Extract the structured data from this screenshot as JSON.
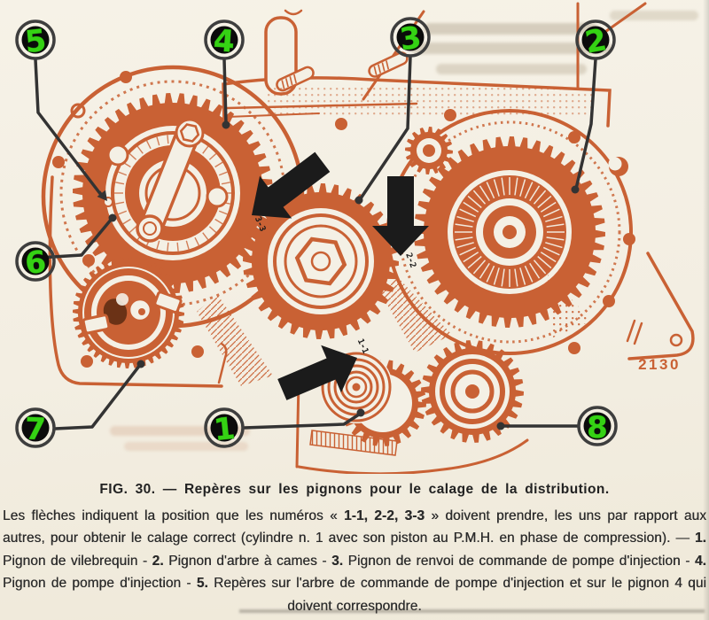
{
  "figure": {
    "heading": "FIG. 30. — Repères sur les pignons pour le calage de la distribution.",
    "description_segments": [
      {
        "text": "Les flèches indiquent la position que les numéros « ",
        "bold": false
      },
      {
        "text": "1-1, 2-2, 3-3",
        "bold": true
      },
      {
        "text": " » doivent prendre, les uns par rapport aux autres, pour obtenir le calage correct (cylindre n. 1 avec son piston au P.M.H. en phase de compression). — ",
        "bold": false
      },
      {
        "text": "1.",
        "bold": true
      },
      {
        "text": " Pignon de vilebrequin - ",
        "bold": false
      },
      {
        "text": "2.",
        "bold": true
      },
      {
        "text": " Pignon d'arbre à cames - ",
        "bold": false
      },
      {
        "text": "3.",
        "bold": true
      },
      {
        "text": " Pignon de renvoi de commande de pompe d'injection - ",
        "bold": false
      },
      {
        "text": "4.",
        "bold": true
      },
      {
        "text": " Pignon de pompe d'injection - ",
        "bold": false
      },
      {
        "text": "5.",
        "bold": true
      },
      {
        "text": " Repères sur l'arbre de commande de pompe d'injection et sur le pignon 4 qui doivent correspondre.",
        "bold": false
      }
    ],
    "part_number": "2130",
    "timing_marks": {
      "mark1": "1-1",
      "mark2": "2-2",
      "mark3": "3-3"
    },
    "callouts": [
      {
        "label": "1"
      },
      {
        "label": "2"
      },
      {
        "label": "3"
      },
      {
        "label": "4"
      },
      {
        "label": "5"
      },
      {
        "label": "6"
      },
      {
        "label": "7"
      },
      {
        "label": "8"
      }
    ]
  },
  "colors": {
    "paper": "#f4f0e5",
    "orange": "#c96134",
    "ink": "#1b1b1b",
    "leader": "#333333",
    "callout_green": "#35d214",
    "callout_ring": "#3e3e3e",
    "text": "#2b2b2b"
  }
}
